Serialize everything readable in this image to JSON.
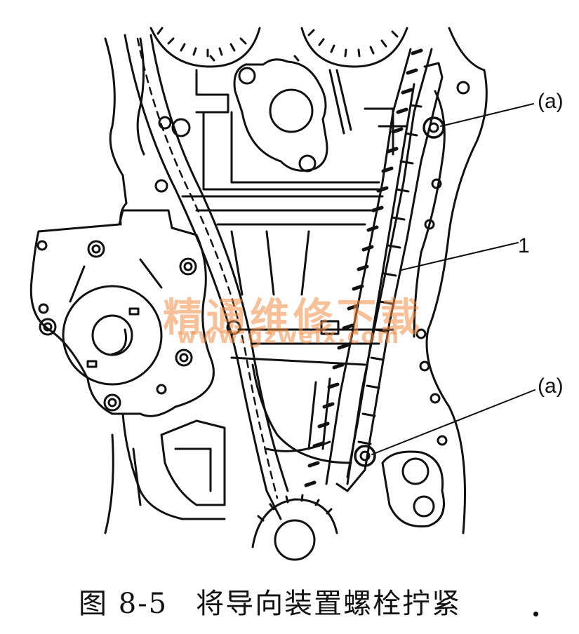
{
  "callouts": {
    "bolt_top": "(a)",
    "guide": "1",
    "bolt_bottom": "(a)"
  },
  "caption": {
    "number": "图 8-5",
    "text": "将导向装置螺栓拧紧"
  },
  "watermark": {
    "title": "精通维修下载",
    "url": "www.gzweix.com"
  },
  "colors": {
    "line": "#111111",
    "watermark": "#f08c46"
  }
}
